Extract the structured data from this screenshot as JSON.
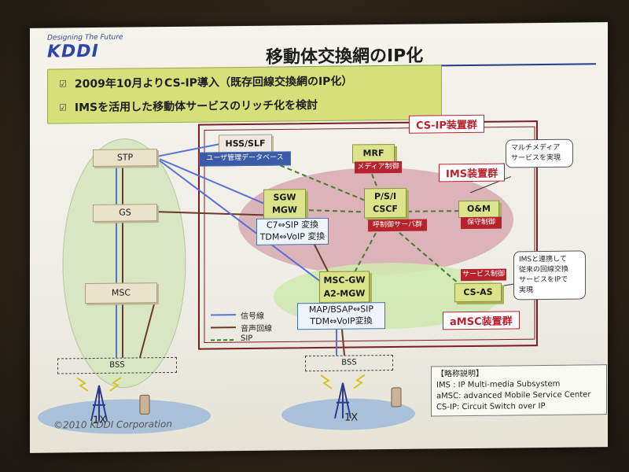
{
  "header": {
    "logo_tagline": "Designing The Future",
    "logo_text": "KDDI",
    "title": "移動体交換網のIP化"
  },
  "bullets": [
    {
      "icon": "checkbox-icon",
      "text": "2009年10月よりCS-IP導入（既存回線交換網のIP化）"
    },
    {
      "icon": "checkbox-icon",
      "text": "IMSを活用した移動体サービスのリッチ化を検討"
    }
  ],
  "groups": {
    "cs_ip": "CS-IP装置群",
    "ims": "IMS装置群",
    "amsc": "aMSC装置群"
  },
  "left_nodes": {
    "stp": "STP",
    "gs": "GS",
    "msc": "MSC",
    "bss_left": "BSS"
  },
  "ims_nodes": {
    "hss": "HSS/SLF",
    "hss_label": "ユーザ管理データベース",
    "mrf": "MRF",
    "mrf_label": "メディア制御",
    "sgw": "SGW",
    "mgw": "MGW",
    "pcscf_line1": "P/S/I",
    "pcscf_line2": "CSCF",
    "pcscf_label": "呼制御サーバ群",
    "om": "O&M",
    "om_label": "保守制御",
    "sgw_note_line1": "C7⇔SIP 変換",
    "sgw_note_line2": "TDM⇔VoIP 変換"
  },
  "amsc_nodes": {
    "mscgw_line1": "MSC-GW",
    "mscgw_line2": "A2-MGW",
    "mscgw_note_line1": "MAP/BSAP⇔SIP",
    "mscgw_note_line2": "TDM⇔VoIP変換",
    "csas": "CS-AS",
    "csas_label": "サービス制御",
    "bss_right": "BSS"
  },
  "callouts": {
    "multimedia_line1": "マルチメディア",
    "multimedia_line2": "サービスを実現",
    "ims_link_line1": "IMSと連携して",
    "ims_link_line2": "従来の回線交換",
    "ims_link_line3": "サービスをIPで",
    "ims_link_line4": "実現"
  },
  "legend": {
    "signal": "信号線",
    "voice": "音声回線",
    "sip": "SIP"
  },
  "abbreviations": {
    "heading": "【略称説明】",
    "rows": [
      "IMS   : IP Multi-media Subsystem",
      "aMSC: advanced Mobile Service Center",
      "CS-IP: Circuit Switch over IP"
    ]
  },
  "footer": {
    "copyright": "©2010 KDDI Corporation",
    "onex_left": "1X",
    "onex_right": "1X"
  },
  "colors": {
    "signal_line": "#5a6fd8",
    "voice_line": "#6b3a2a",
    "sip_line": "#4b7a2e",
    "accent_red": "#b7232c",
    "node_green": "#dbe48a"
  }
}
